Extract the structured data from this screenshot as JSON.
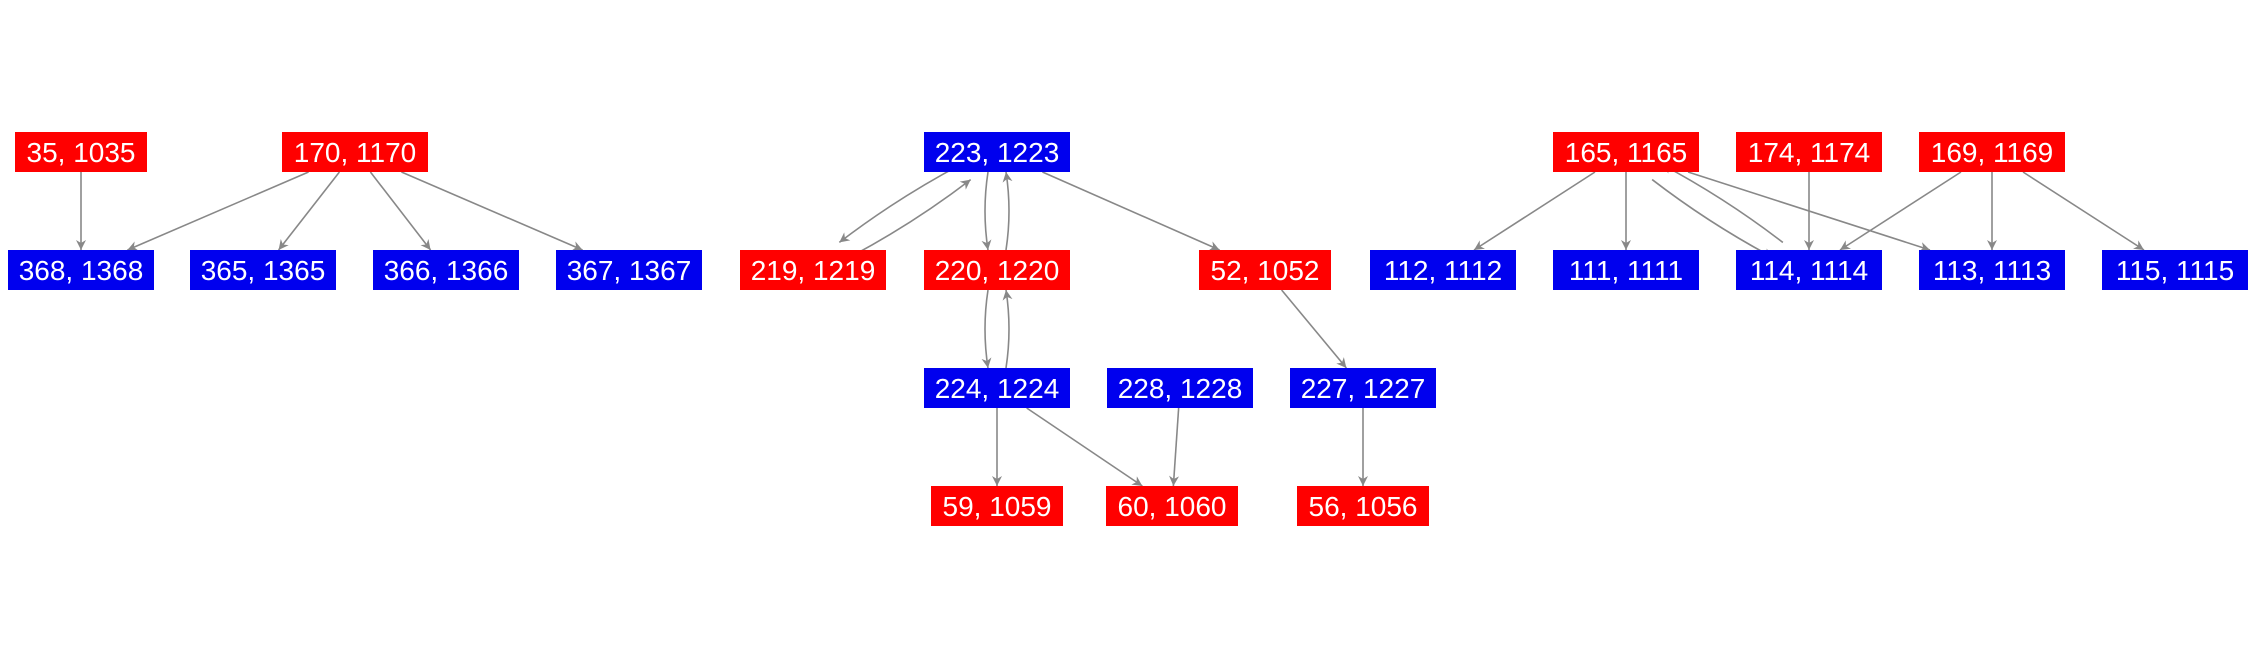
{
  "colors": {
    "red": "#ff0000",
    "blue": "#0000ee",
    "edge": "#888888",
    "label": "#ffffff"
  },
  "nodes": [
    {
      "id": "35",
      "label": "35, 1035",
      "color": "red"
    },
    {
      "id": "170",
      "label": "170, 1170",
      "color": "red"
    },
    {
      "id": "368",
      "label": "368, 1368",
      "color": "blue"
    },
    {
      "id": "365",
      "label": "365, 1365",
      "color": "blue"
    },
    {
      "id": "366",
      "label": "366, 1366",
      "color": "blue"
    },
    {
      "id": "367",
      "label": "367, 1367",
      "color": "blue"
    },
    {
      "id": "223",
      "label": "223, 1223",
      "color": "blue"
    },
    {
      "id": "219",
      "label": "219, 1219",
      "color": "red"
    },
    {
      "id": "220",
      "label": "220, 1220",
      "color": "red"
    },
    {
      "id": "52",
      "label": "52, 1052",
      "color": "red"
    },
    {
      "id": "224",
      "label": "224, 1224",
      "color": "blue"
    },
    {
      "id": "228",
      "label": "228, 1228",
      "color": "blue"
    },
    {
      "id": "227",
      "label": "227, 1227",
      "color": "blue"
    },
    {
      "id": "59",
      "label": "59, 1059",
      "color": "red"
    },
    {
      "id": "60",
      "label": "60, 1060",
      "color": "red"
    },
    {
      "id": "56",
      "label": "56, 1056",
      "color": "red"
    },
    {
      "id": "165",
      "label": "165, 1165",
      "color": "red"
    },
    {
      "id": "174",
      "label": "174, 1174",
      "color": "red"
    },
    {
      "id": "169",
      "label": "169, 1169",
      "color": "red"
    },
    {
      "id": "112",
      "label": "112, 1112",
      "color": "blue"
    },
    {
      "id": "111",
      "label": "111, 1111",
      "color": "blue"
    },
    {
      "id": "114",
      "label": "114, 1114",
      "color": "blue"
    },
    {
      "id": "113",
      "label": "113, 1113",
      "color": "blue"
    },
    {
      "id": "115",
      "label": "115, 1115",
      "color": "blue"
    }
  ],
  "edges": [
    {
      "from": "35",
      "to": "368"
    },
    {
      "from": "170",
      "to": "368"
    },
    {
      "from": "170",
      "to": "365"
    },
    {
      "from": "170",
      "to": "366"
    },
    {
      "from": "170",
      "to": "367"
    },
    {
      "from": "223",
      "to": "219"
    },
    {
      "from": "219",
      "to": "223"
    },
    {
      "from": "223",
      "to": "220"
    },
    {
      "from": "220",
      "to": "223"
    },
    {
      "from": "223",
      "to": "52"
    },
    {
      "from": "220",
      "to": "224"
    },
    {
      "from": "224",
      "to": "220"
    },
    {
      "from": "52",
      "to": "227"
    },
    {
      "from": "224",
      "to": "59"
    },
    {
      "from": "224",
      "to": "60"
    },
    {
      "from": "228",
      "to": "60"
    },
    {
      "from": "227",
      "to": "56"
    },
    {
      "from": "165",
      "to": "112"
    },
    {
      "from": "165",
      "to": "111"
    },
    {
      "from": "165",
      "to": "114"
    },
    {
      "from": "114",
      "to": "165"
    },
    {
      "from": "165",
      "to": "113"
    },
    {
      "from": "174",
      "to": "114"
    },
    {
      "from": "169",
      "to": "114"
    },
    {
      "from": "169",
      "to": "113"
    },
    {
      "from": "169",
      "to": "115"
    }
  ]
}
